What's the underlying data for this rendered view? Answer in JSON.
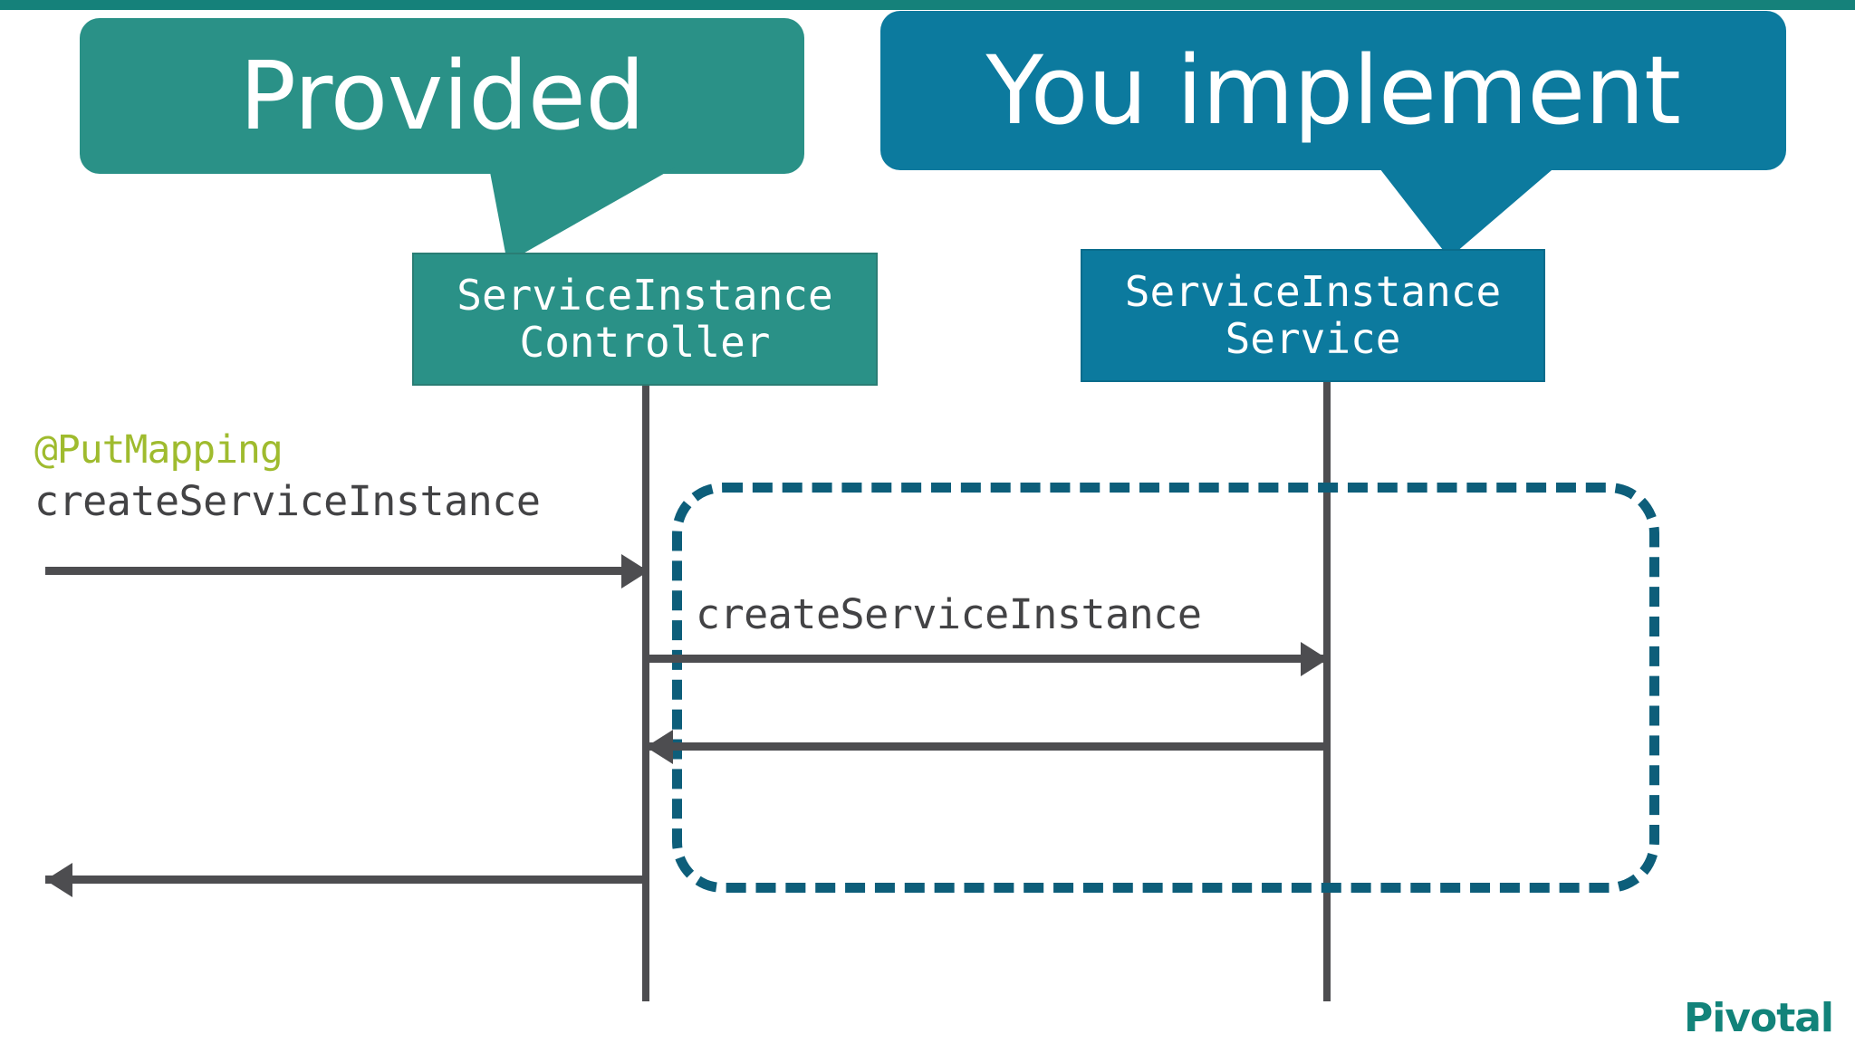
{
  "slide": {
    "background_color": "#ffffff",
    "accent_bar_color": "#15817a",
    "brand": "Pivotal"
  },
  "callouts": [
    {
      "id": "provided",
      "label": "Provided",
      "color": "#2a9187",
      "points_to": "ServiceInstanceController"
    },
    {
      "id": "you-implement",
      "label": "You implement",
      "color": "#0c7a9e",
      "points_to": "ServiceInstanceService"
    }
  ],
  "participants": [
    {
      "id": "controller",
      "line1": "ServiceInstance",
      "line2": "Controller",
      "color": "#2a9187"
    },
    {
      "id": "service",
      "line1": "ServiceInstance",
      "line2": "Service",
      "color": "#0c7a9e"
    }
  ],
  "messages": [
    {
      "id": "inbound-request",
      "annotation": "@PutMapping",
      "annotation_color": "#9fbb2e",
      "label": "createServiceInstance",
      "direction": "right",
      "from": "actor",
      "to": "controller"
    },
    {
      "id": "delegate-call",
      "label": "createServiceInstance",
      "direction": "right",
      "from": "controller",
      "to": "service"
    },
    {
      "id": "service-return",
      "label": "",
      "direction": "left",
      "from": "service",
      "to": "controller"
    },
    {
      "id": "response-return",
      "label": "",
      "direction": "left",
      "from": "controller",
      "to": "actor"
    }
  ],
  "dashed_region": {
    "id": "implementation-scope",
    "color": "#0d5e7a",
    "style": "dashed"
  }
}
